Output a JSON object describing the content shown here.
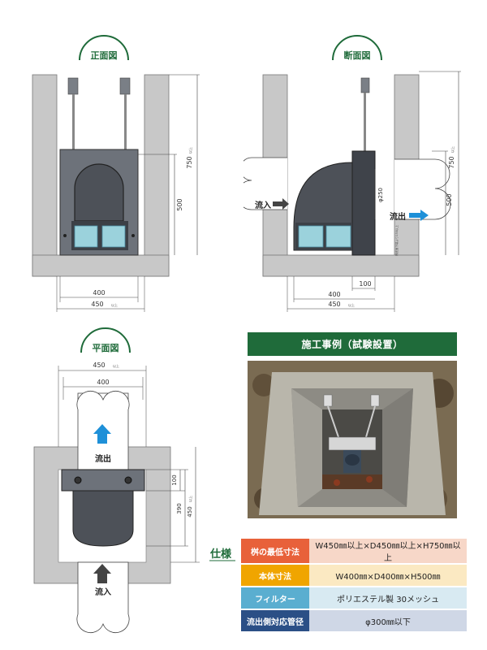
{
  "views": {
    "front": {
      "title": "正面図"
    },
    "section": {
      "title": "断面図"
    },
    "plan": {
      "title": "平面図"
    }
  },
  "dimensions": {
    "d750": "750",
    "d500": "500",
    "d400": "400",
    "d450": "450",
    "d100": "100",
    "d390": "390",
    "phi250": "φ250",
    "suffix_min": "以上",
    "inner_note": "桝底面下端より150以上"
  },
  "labels": {
    "inflow": "流入",
    "outflow": "流出"
  },
  "photo": {
    "header": "施工事例（試験設置）"
  },
  "spec": {
    "title": "仕様",
    "rows": [
      {
        "key": "桝の最低寸法",
        "value": "W450㎜以上×D450㎜以上×H750㎜以上",
        "color": "#e8613a",
        "bg": "#f7d7c8"
      },
      {
        "key": "本体寸法",
        "value": "W400㎜×D400㎜×H500㎜",
        "color": "#f0a500",
        "bg": "#fbe9c2"
      },
      {
        "key": "フィルター",
        "value": "ポリエステル製 30メッシュ",
        "color": "#5aaed0",
        "bg": "#d8eaf2"
      },
      {
        "key": "流出側対応管径",
        "value": "φ300㎜以下",
        "color": "#2b4f86",
        "bg": "#cfd7e6"
      }
    ]
  },
  "colors": {
    "green": "#1f6b3a",
    "concrete": "#c8c8c8",
    "body": "#5b6068",
    "filter": "#9bd2dc",
    "arrow_blue": "#1e90d8"
  }
}
